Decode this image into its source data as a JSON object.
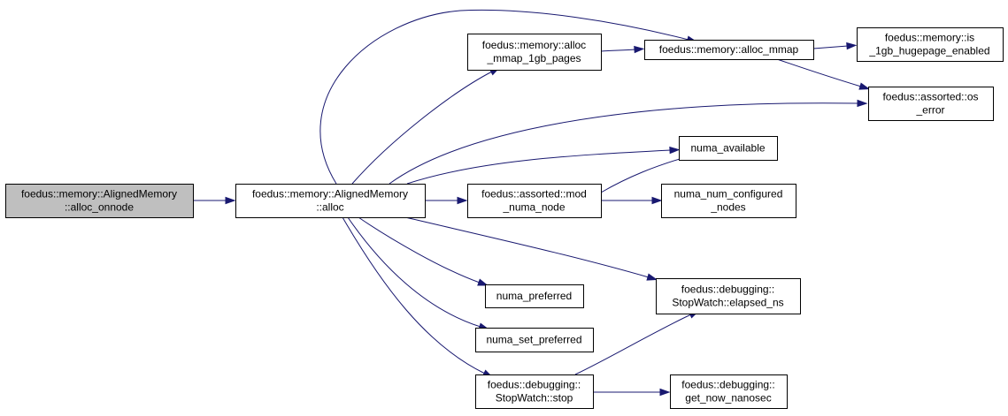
{
  "diagram": {
    "edge_color": "#191970",
    "root_fill": "#bfbfbf",
    "nodes": [
      {
        "id": "alloc_onnode",
        "lines": [
          "foedus::memory::AlignedMemory",
          "::alloc_onnode"
        ],
        "root": true
      },
      {
        "id": "alloc",
        "lines": [
          "foedus::memory::AlignedMemory",
          "::alloc"
        ]
      },
      {
        "id": "alloc_mmap_1gb_pages",
        "lines": [
          "foedus::memory::alloc",
          "_mmap_1gb_pages"
        ]
      },
      {
        "id": "alloc_mmap",
        "lines": [
          "foedus::memory::alloc_mmap"
        ]
      },
      {
        "id": "is_1gb_hugepage_enabled",
        "lines": [
          "foedus::memory::is",
          "_1gb_hugepage_enabled"
        ]
      },
      {
        "id": "os_error",
        "lines": [
          "foedus::assorted::os",
          "_error"
        ]
      },
      {
        "id": "numa_available",
        "lines": [
          "numa_available"
        ]
      },
      {
        "id": "mod_numa_node",
        "lines": [
          "foedus::assorted::mod",
          "_numa_node"
        ]
      },
      {
        "id": "numa_num_configured_nodes",
        "lines": [
          "numa_num_configured",
          "_nodes"
        ]
      },
      {
        "id": "numa_preferred",
        "lines": [
          "numa_preferred"
        ]
      },
      {
        "id": "elapsed_ns",
        "lines": [
          "foedus::debugging::",
          "StopWatch::elapsed_ns"
        ]
      },
      {
        "id": "numa_set_preferred",
        "lines": [
          "numa_set_preferred"
        ]
      },
      {
        "id": "stop",
        "lines": [
          "foedus::debugging::",
          "StopWatch::stop"
        ]
      },
      {
        "id": "get_now_nanosec",
        "lines": [
          "foedus::debugging::",
          "get_now_nanosec"
        ]
      }
    ],
    "edges": [
      [
        "alloc_onnode",
        "alloc"
      ],
      [
        "alloc",
        "alloc_mmap_1gb_pages"
      ],
      [
        "alloc",
        "alloc_mmap"
      ],
      [
        "alloc",
        "os_error"
      ],
      [
        "alloc",
        "numa_available"
      ],
      [
        "alloc",
        "mod_numa_node"
      ],
      [
        "alloc",
        "numa_preferred"
      ],
      [
        "alloc",
        "elapsed_ns"
      ],
      [
        "alloc",
        "numa_set_preferred"
      ],
      [
        "alloc",
        "stop"
      ],
      [
        "alloc_mmap_1gb_pages",
        "alloc_mmap"
      ],
      [
        "alloc_mmap",
        "is_1gb_hugepage_enabled"
      ],
      [
        "alloc_mmap",
        "os_error"
      ],
      [
        "mod_numa_node",
        "numa_available"
      ],
      [
        "mod_numa_node",
        "numa_num_configured_nodes"
      ],
      [
        "stop",
        "elapsed_ns"
      ],
      [
        "stop",
        "get_now_nanosec"
      ]
    ]
  }
}
